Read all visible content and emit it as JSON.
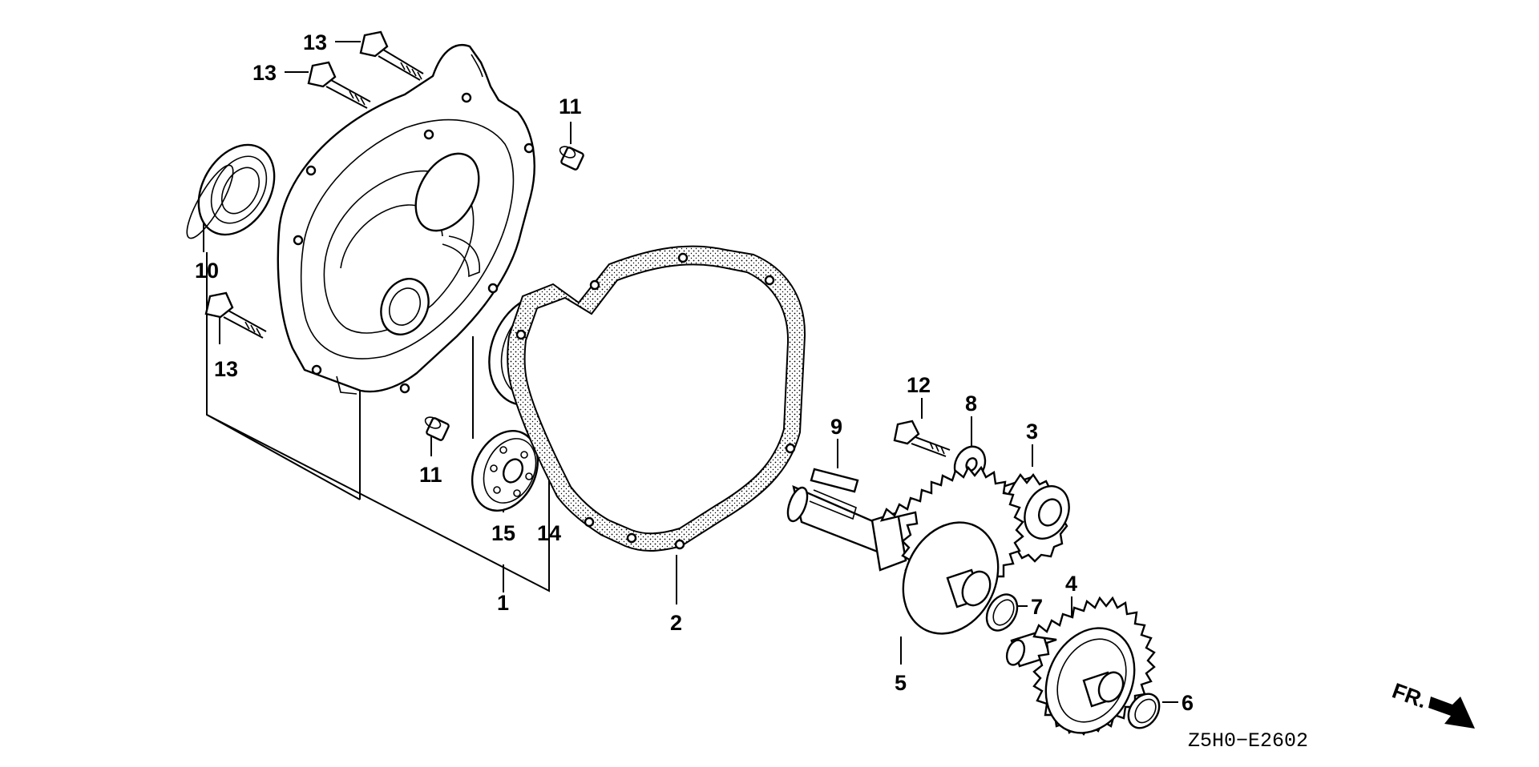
{
  "diagram": {
    "callouts": {
      "p1": "1",
      "p2": "2",
      "p3": "3",
      "p4": "4",
      "p5": "5",
      "p6": "6",
      "p7": "7",
      "p8": "8",
      "p9": "9",
      "p10": "10",
      "p11a": "11",
      "p11b": "11",
      "p12": "12",
      "p13a": "13",
      "p13b": "13",
      "p13c": "13",
      "p14": "14",
      "p15": "15"
    },
    "drawing_code": "Z5H0−E2602",
    "direction_marker": "FR."
  }
}
